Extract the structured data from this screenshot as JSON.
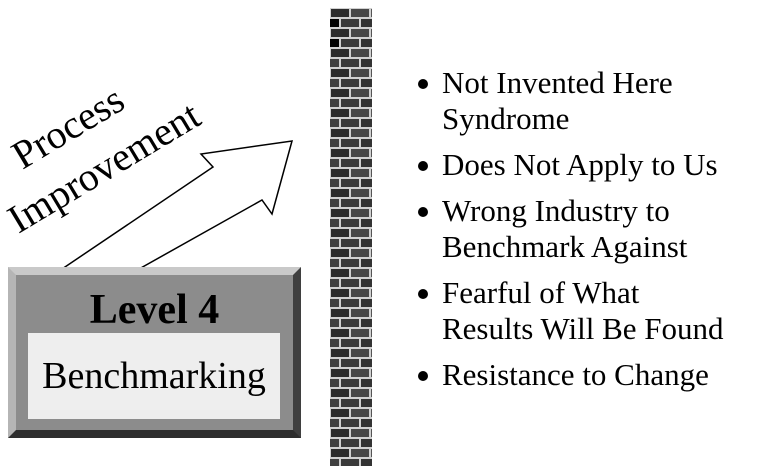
{
  "arrow": {
    "line1": "Process",
    "line2": "Improvement"
  },
  "level": {
    "title": "Level 4",
    "name": "Benchmarking"
  },
  "barriers": [
    {
      "line1": "Not Invented Here",
      "line2": "Syndrome"
    },
    {
      "line1": "Does Not Apply to Us",
      "line2": ""
    },
    {
      "line1": "Wrong Industry to",
      "line2": "Benchmark Against"
    },
    {
      "line1": "Fearful of What",
      "line2": "Results Will Be Found"
    },
    {
      "line1": "Resistance to Change",
      "line2": ""
    }
  ],
  "colors": {
    "box_face": "#8c8c8c",
    "inner_panel": "#eeeeee",
    "wall_mortar": "#d0d0d0",
    "wall_brick": "#3a3a3a"
  }
}
